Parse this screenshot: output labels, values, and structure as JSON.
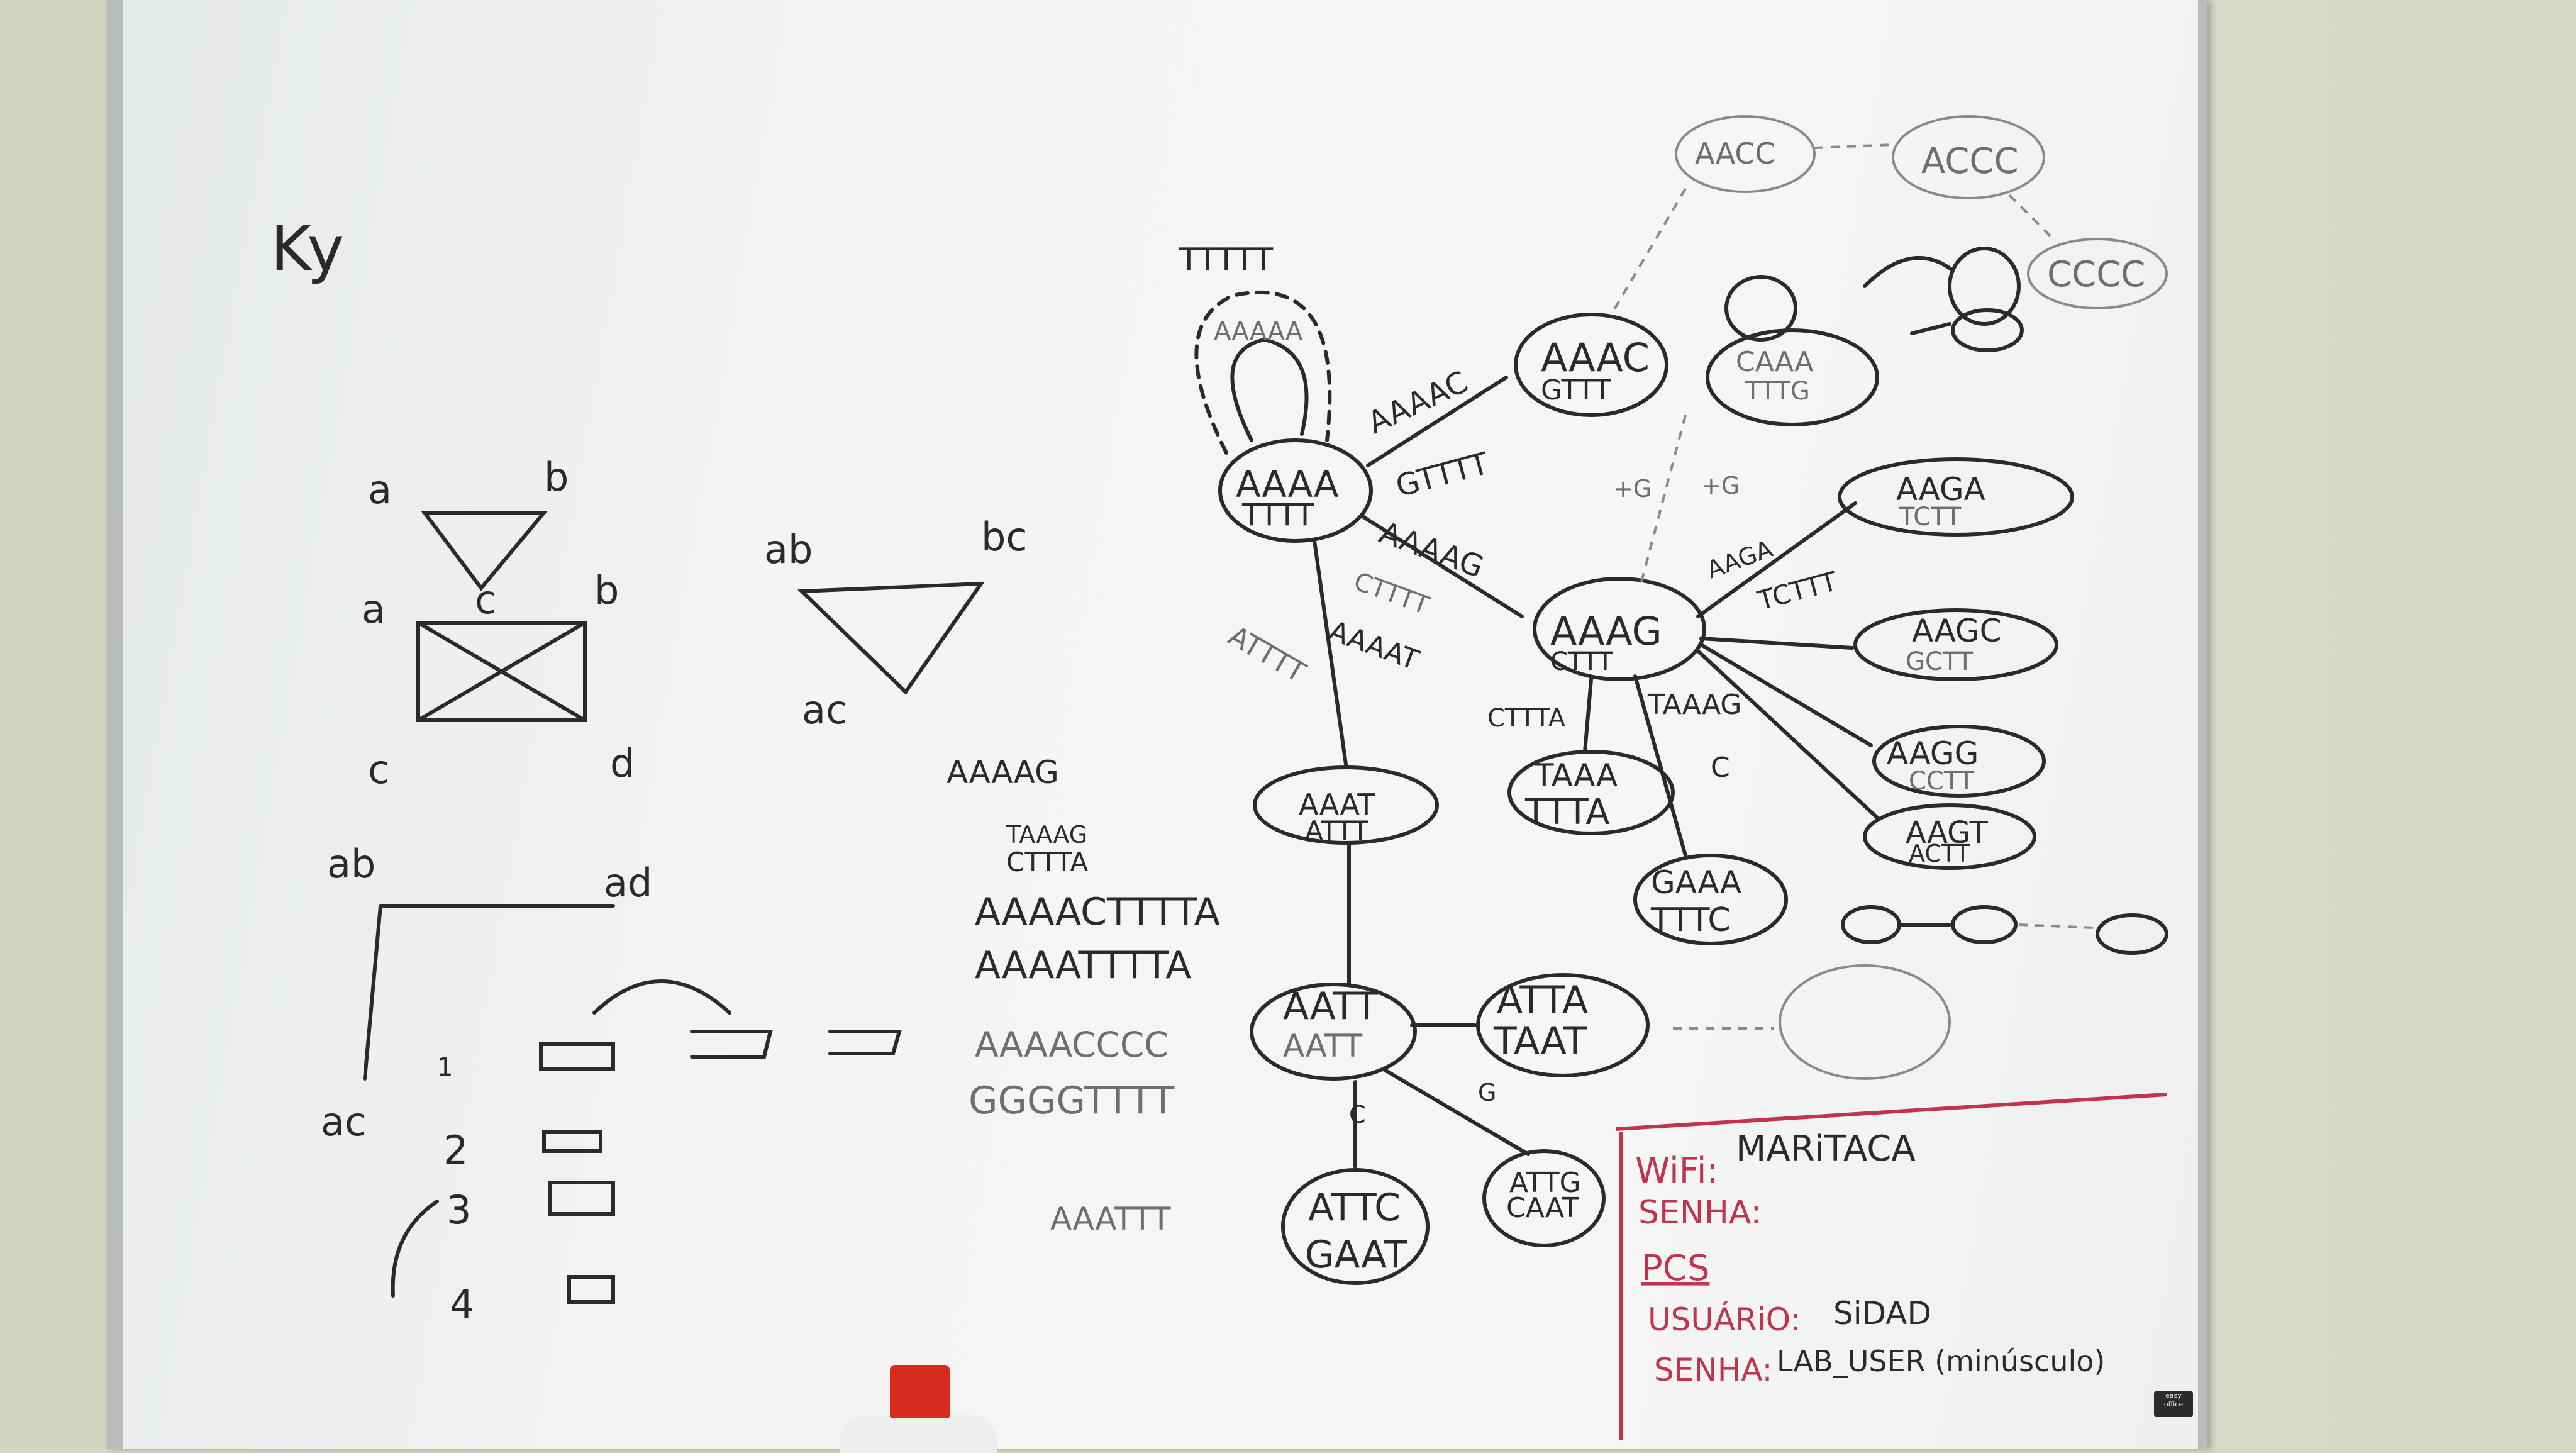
{
  "colors": {
    "wall": "#d6d9c3",
    "ink": "#2a2a2a",
    "faded_ink": "#6e6e6e",
    "red_marker": "#c2344e"
  },
  "left_notes": {
    "title": "Ky",
    "triangle_labels": [
      "a",
      "b",
      "c"
    ],
    "square_labels": [
      "a",
      "b",
      "c",
      "d"
    ],
    "mid_triangle_labels": [
      "ab",
      "bc",
      "ac"
    ],
    "tree_labels": [
      "ab",
      "ad",
      "ac"
    ],
    "list_numbers": [
      "1",
      "2",
      "3",
      "4"
    ],
    "struck_label": "AAAAG"
  },
  "sequences": {
    "small_top": "TAAAG",
    "small_mid": "CTTTA",
    "line1": "AAAACTTTTA",
    "line2": "AAAATTTTA",
    "line3": "AAAACCCC",
    "line4": "GGGGTTTT",
    "line5": "AAATTT"
  },
  "graph": {
    "loop_label_top": "TTTTT",
    "loop_label_inner": "AAAAA",
    "nodes": [
      {
        "top": "AAAA",
        "bottom": "TTTT"
      },
      {
        "top": "AAAC",
        "bottom": "GTTT"
      },
      {
        "top": "AAAG",
        "bottom": "CTTT"
      },
      {
        "top": "AAAT",
        "bottom": "ATTT"
      },
      {
        "top": "AATT",
        "bottom": "AATT"
      },
      {
        "top": "ATTA",
        "bottom": "TAAT"
      },
      {
        "top": "ATTC",
        "bottom": "GAAT"
      },
      {
        "top": "ATTG",
        "bottom": "CAAT"
      },
      {
        "top": "TAAA",
        "bottom": "TTTA"
      },
      {
        "top": "GAAA",
        "bottom": "TTTC"
      },
      {
        "top": "AAGA",
        "bottom": "TCTT"
      },
      {
        "top": "AAGC",
        "bottom": "GCTT"
      },
      {
        "top": "AAGG",
        "bottom": "CCTT"
      },
      {
        "top": "AAGT",
        "bottom": "ACTT"
      },
      {
        "top": "CAAA",
        "bottom": "TTTG"
      },
      {
        "top": "AACC",
        "bottom": ""
      },
      {
        "top": "ACCC",
        "bottom": ""
      },
      {
        "top": "CCCC",
        "bottom": ""
      }
    ],
    "edge_labels": [
      "AAAAC",
      "GTTTT",
      "AAAAG",
      "CTTTT",
      "AAAAT",
      "ATTTT",
      "AAGA",
      "TCTTT",
      "CTTTA",
      "TAAAG",
      "C",
      "+G",
      "+G",
      "C",
      "G"
    ]
  },
  "wifi_box": {
    "wifi_key": "WiFi:",
    "wifi_value": "MARiTACA",
    "senha1_key": "SENHA:",
    "pcs": "PCS",
    "usuario_key": "USUÁRiO:",
    "usuario_value": "SiDAD",
    "senha2_key": "SENHA:",
    "senha2_value": "LAB_USER (minúsculo)"
  },
  "sticker": {
    "line1": "easy",
    "line2": "office"
  }
}
